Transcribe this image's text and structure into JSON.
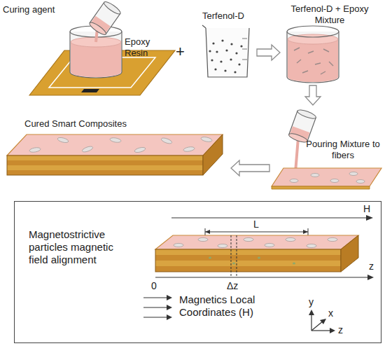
{
  "diagram": {
    "nodes": [
      {
        "text": [
          "Curing agent",
          "Epoxy Resin"
        ]
      },
      {
        "text": [
          "Terfenol-D"
        ]
      },
      {
        "text": [
          "Terfenol-D + Epoxy Mixture"
        ]
      },
      {
        "text": [
          "Pouring Mixture to fibers"
        ]
      },
      {
        "text": [
          "Cured Smart Composites"
        ]
      },
      {
        "text": [
          "Magnetostrictive particles magnetic field alignment",
          "Magnetics Local Coordinates (H)"
        ]
      }
    ],
    "edges": [
      {
        "from": 1,
        "to": 2,
        "arrow": "to"
      },
      {
        "from": 2,
        "to": 3,
        "arrow": "to"
      },
      {
        "from": 3,
        "to": 4,
        "arrow": "to"
      }
    ],
    "labels": [
      "+",
      "H",
      "L",
      "z",
      "0",
      "Δz",
      "y",
      "x",
      "z"
    ]
  }
}
